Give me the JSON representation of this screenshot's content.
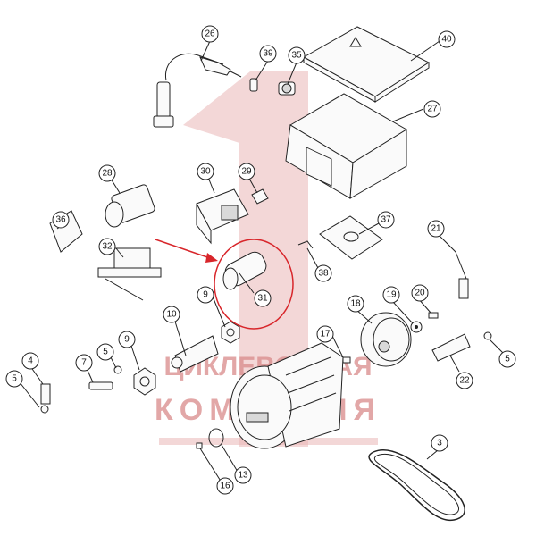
{
  "watermark": {
    "numeral": "1",
    "line1": "ЦИКЛЕВОЧНАЯ",
    "line2": "КОМПАНИЯ",
    "color": "#d98a8a"
  },
  "highlight": {
    "target_part": "31",
    "color": "#d8262b"
  },
  "parts": [
    {
      "id": "p3",
      "label": "3"
    },
    {
      "id": "p4",
      "label": "4"
    },
    {
      "id": "p5a",
      "label": "5"
    },
    {
      "id": "p5b",
      "label": "5"
    },
    {
      "id": "p5c",
      "label": "5"
    },
    {
      "id": "p7",
      "label": "7"
    },
    {
      "id": "p9a",
      "label": "9"
    },
    {
      "id": "p9b",
      "label": "9"
    },
    {
      "id": "p10",
      "label": "10"
    },
    {
      "id": "p13",
      "label": "13"
    },
    {
      "id": "p16",
      "label": "16"
    },
    {
      "id": "p17",
      "label": "17"
    },
    {
      "id": "p18",
      "label": "18"
    },
    {
      "id": "p19",
      "label": "19"
    },
    {
      "id": "p20",
      "label": "20"
    },
    {
      "id": "p21",
      "label": "21"
    },
    {
      "id": "p22",
      "label": "22"
    },
    {
      "id": "p26",
      "label": "26"
    },
    {
      "id": "p27",
      "label": "27"
    },
    {
      "id": "p28",
      "label": "28"
    },
    {
      "id": "p29",
      "label": "29"
    },
    {
      "id": "p30",
      "label": "30"
    },
    {
      "id": "p31",
      "label": "31"
    },
    {
      "id": "p32",
      "label": "32"
    },
    {
      "id": "p35",
      "label": "35"
    },
    {
      "id": "p36",
      "label": "36"
    },
    {
      "id": "p37",
      "label": "37"
    },
    {
      "id": "p38",
      "label": "38"
    },
    {
      "id": "p39",
      "label": "39"
    },
    {
      "id": "p40",
      "label": "40"
    }
  ]
}
